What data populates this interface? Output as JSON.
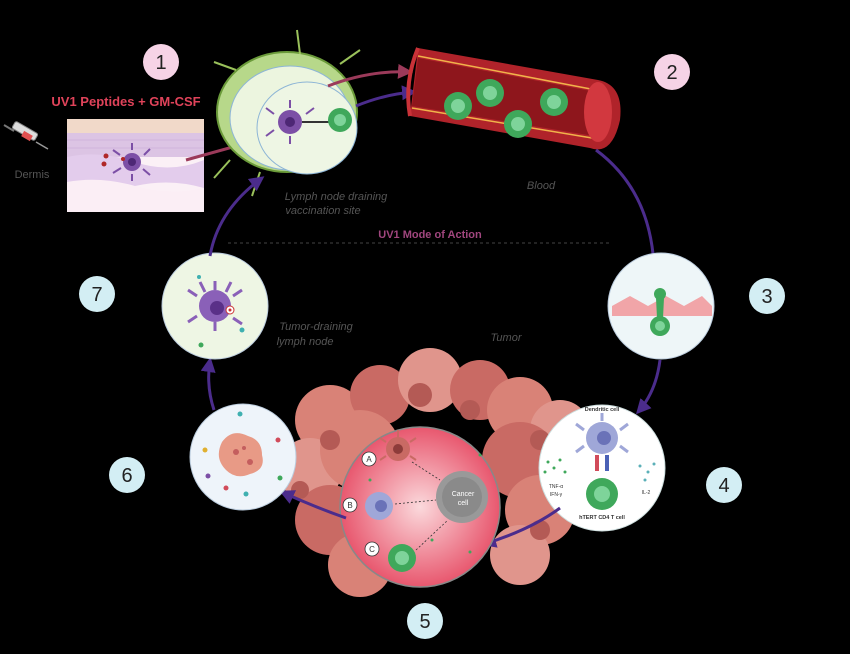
{
  "title": "UV1 Peptides + GM-CSF",
  "center_label": "UV1 Mode of Action",
  "labels": {
    "dermis": "Dermis",
    "lymph_node_site_line1": "Lymph node draining",
    "lymph_node_site_line2": "vaccination site",
    "blood": "Blood",
    "tumor": "Tumor",
    "tumor_lymph_line1": "Tumor-draining",
    "tumor_lymph_line2": "lymph node",
    "dendritic_cell": "Dendritic cell",
    "tcell": "hTERT CD4 T cell",
    "tnf": "TNF-α",
    "ifn": "IFN-γ",
    "il2": "IL-2",
    "cancer_cell_line1": "Cancer",
    "cancer_cell_line2": "cell"
  },
  "sub_steps": [
    "A",
    "B",
    "C"
  ],
  "steps": [
    "1",
    "2",
    "3",
    "4",
    "5",
    "6",
    "7"
  ],
  "colors": {
    "step_pink": "#f6d3e6",
    "step_blue": "#d3eef4",
    "arrow": "#4b2c8c",
    "title_red": "#e0435a"
  }
}
